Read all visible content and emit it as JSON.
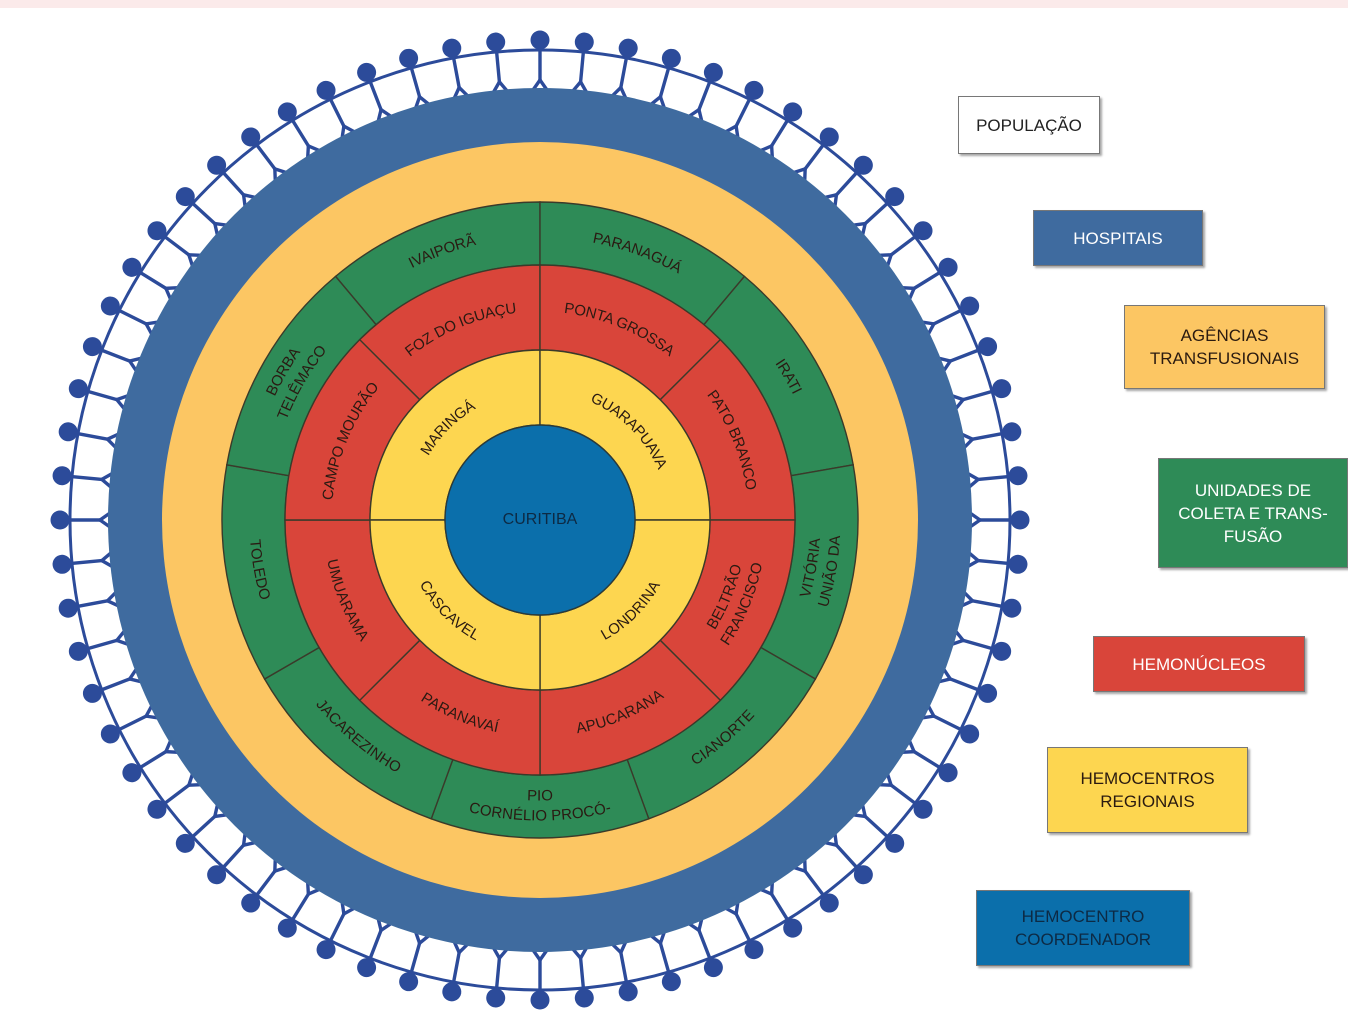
{
  "center": {
    "label": "CURITIBA",
    "color": "#0b6fab"
  },
  "rings": {
    "regional": {
      "color": "#fdd650",
      "segments": [
        "MARINGÁ",
        "GUARAPUAVA",
        "LONDRINA",
        "CASCAVEL"
      ]
    },
    "hemonucleos": {
      "color": "#d9453a",
      "segments": [
        "FOZ DO IGUAÇU",
        "PONTA GROSSA",
        "PATO BRANCO",
        "FRANCISCO BELTRÃO",
        "APUCARANA",
        "PARANAVAÍ",
        "UMUARAMA",
        "CAMPO MOURÃO"
      ]
    },
    "unidades": {
      "color": "#2e8b57",
      "segments": [
        "IVAIPORÃ",
        "PARANAGUÁ",
        "IRATI",
        "UNIÃO DA VITÓRIA",
        "CIANORTE",
        "CORNÉLIO PROCÓ-PIO",
        "JACAREZINHO",
        "TOLEDO",
        "TELÊMACO BORBA"
      ]
    },
    "agencias": {
      "color": "#fcc663"
    },
    "hospitais": {
      "color": "#3f6b9f"
    }
  },
  "population": {
    "color": "#2c4b9a",
    "icon": "person-icon"
  },
  "legend": [
    {
      "label": "POPULAÇÃO",
      "bg": "#ffffff",
      "fg": "#222222"
    },
    {
      "label": "HOSPITAIS",
      "bg": "#3f6b9f",
      "fg": "#ffffff"
    },
    {
      "label": "AGÊNCIAS\nTRANSFUSIONAIS",
      "bg": "#fcc663",
      "fg": "#2a1a10"
    },
    {
      "label": "UNIDADES DE\nCOLETA E TRANS-\nFUSÃO",
      "bg": "#2e8b57",
      "fg": "#ffffff"
    },
    {
      "label": "HEMONÚCLEOS",
      "bg": "#d9453a",
      "fg": "#ffffff"
    },
    {
      "label": "HEMOCENTROS\nREGIONAIS",
      "bg": "#fdd650",
      "fg": "#2a1a10"
    },
    {
      "label": "HEMOCENTRO\nCOORDENADOR",
      "bg": "#0b6fab",
      "fg": "#0d2a44"
    }
  ]
}
